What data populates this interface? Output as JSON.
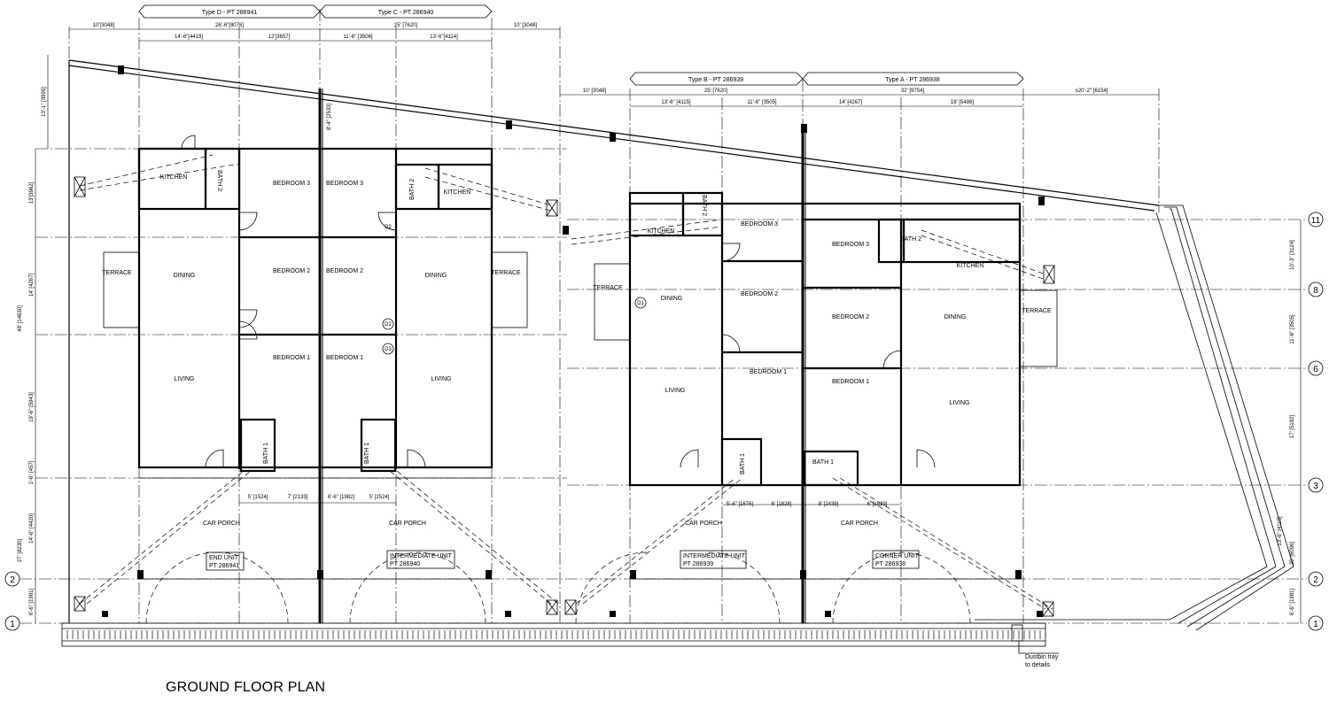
{
  "title": "GROUND FLOOR PLAN",
  "type_tags": [
    {
      "text": "Type D - PT 286941"
    },
    {
      "text": "Type C - PT 286940"
    },
    {
      "text": "Type B - PT 286939"
    },
    {
      "text": "Type A - PT 286938"
    }
  ],
  "units": [
    {
      "line1": "END UNIT",
      "line2": "PT 286941"
    },
    {
      "line1": "INTERMEDIATE UNIT",
      "line2": "PT 286940"
    },
    {
      "line1": "INTERMEDIATE UNIT",
      "line2": "PT 286939"
    },
    {
      "line1": "CORNER UNIT",
      "line2": "PT 286938"
    }
  ],
  "rooms": {
    "kitchen": "KITCHEN",
    "bath2": "BATH 2",
    "bath1": "BATH 1",
    "bedroom1": "BEDROOM 1",
    "bedroom2": "BEDROOM 2",
    "bedroom3": "BEDROOM 3",
    "dining": "DINING",
    "living": "LIVING",
    "terrace": "TERRACE",
    "car_porch": "CAR PORCH"
  },
  "grid_labels": {
    "g1": "1",
    "g2": "2",
    "g3": "3",
    "g6": "6",
    "g8": "8",
    "g11": "11"
  },
  "dims_top_left": {
    "d1": "10'[3048]",
    "d2": "26'-6\"[8076]",
    "d3": "25' [7620]",
    "d4": "10' [3048]",
    "d5": "14'-6\"[4419]",
    "d6": "12'[3657]",
    "d7": "11'-6\" [3506]",
    "d8": "13'-6\"[4114]"
  },
  "dims_top_right": {
    "d1": "10' [3048]",
    "d2": "25' [7620]",
    "d3": "32' [9754]",
    "d4": "±20'-2\" [6154]",
    "d5": "13'-6\" [4115]",
    "d6": "11'-6\" [3505]",
    "d7": "14' [4267]",
    "d8": "18' [5486]"
  },
  "dims_left": {
    "d1": "13'-1\" [3995]",
    "d2": "13'[3962]",
    "d3": "48' [14630]",
    "d4": "14' [4267]",
    "d5": "19'-6\" [5943]",
    "d6": "1'-6\" [457]",
    "d7": "14'-6\" [4420]",
    "d8": "27' [8230]",
    "d9": "6'-6\" [1981]",
    "d10": "8'-4\" [2533]"
  },
  "dims_bottom": {
    "d1": "5' [1524]",
    "d2": "7' [2133]",
    "d3": "6'-6\" [1982]",
    "d4": "5' [1524]",
    "d5": "5'-6\" [1676]",
    "d6": "6' [1828]",
    "d7": "8' [2439]",
    "d8": "6' [1829]"
  },
  "dims_right": {
    "d1": "10'-3\" [3124]",
    "d2": "11'-6\" [3505]",
    "d3": "17' [5182]",
    "d4": "13'-6\" [4115]",
    "d5": "20' [6096]",
    "d6": "6'-6\" [1981]"
  },
  "door_tags": {
    "t1": "D2",
    "t2": "D2",
    "t3": "D3",
    "t4": "D1"
  },
  "note": {
    "line1": "Dustbin tray",
    "line2": "to details"
  }
}
